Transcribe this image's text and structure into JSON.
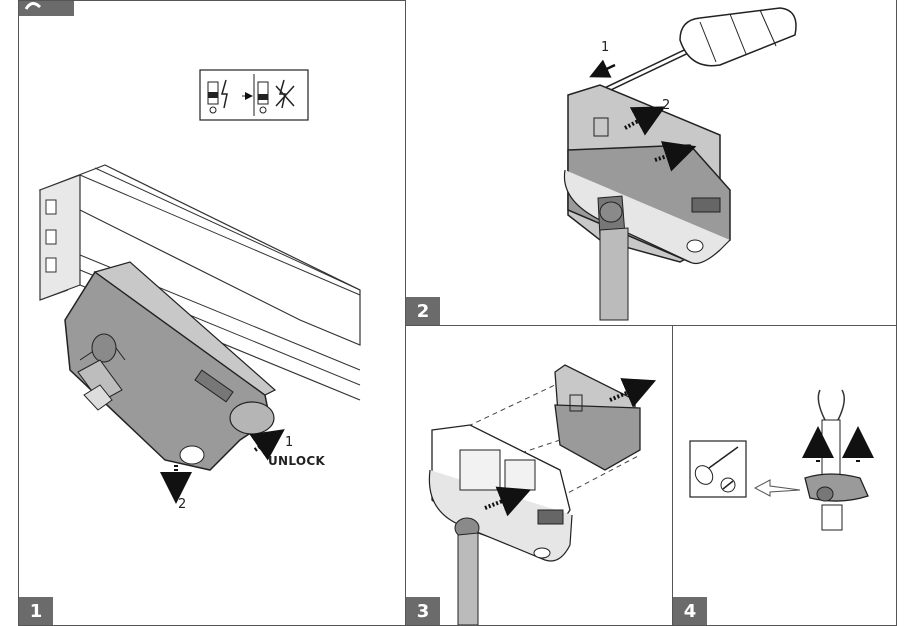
{
  "panels": [
    {
      "number": "1",
      "labels": {
        "step1": "1",
        "unlock": "UNLOCK",
        "step2": "2"
      }
    },
    {
      "number": "2",
      "labels": {
        "step1": "1",
        "step2": "2"
      }
    },
    {
      "number": "3"
    },
    {
      "number": "4"
    }
  ],
  "colors": {
    "frame": "#555555",
    "badge": "#6b6b6b",
    "housing": "#9a9a9a",
    "housing_light": "#c8c8c8",
    "outline": "#222222"
  },
  "icons": [
    "power-off-icon",
    "screwdriver-icon",
    "screw-head-icon",
    "arrow-icon"
  ]
}
